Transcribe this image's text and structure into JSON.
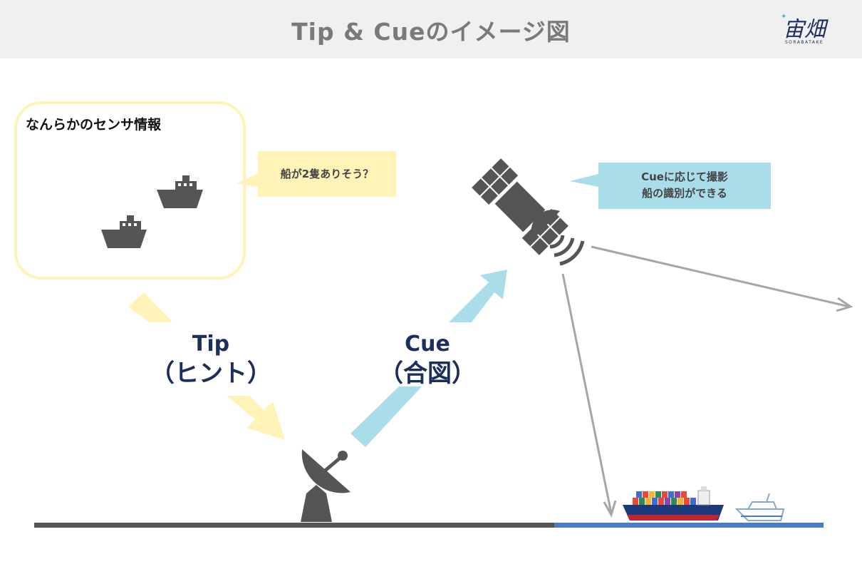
{
  "header": {
    "title": "Tip & Cueのイメージ図"
  },
  "logo": {
    "text": "宙畑",
    "subtitle": "SORABATAKE"
  },
  "sensor_panel": {
    "label": "なんらかのセンサ情報"
  },
  "callouts": {
    "ships_hint": "船が2隻ありそう？",
    "satellite_line1": "Cueに応じて撮影",
    "satellite_line2": "船の識別ができる"
  },
  "arrows": {
    "tip": {
      "label": "Tip",
      "sublabel": "（ヒント）"
    },
    "cue": {
      "label": "Cue",
      "sublabel": "（合図）"
    }
  },
  "colors": {
    "tip_arrow": "#fff3b8",
    "cue_arrow": "#a8dde9",
    "title_text": "#7a7a7a",
    "label_text": "#1c2e5c",
    "icon_gray": "#555555",
    "ground": "#555555",
    "sea": "#4a7acb",
    "ray": "#a6a6a6"
  },
  "icons": [
    "ship-icon",
    "satellite-icon",
    "antenna-dish-icon",
    "container-ship-icon",
    "motorboat-icon"
  ]
}
